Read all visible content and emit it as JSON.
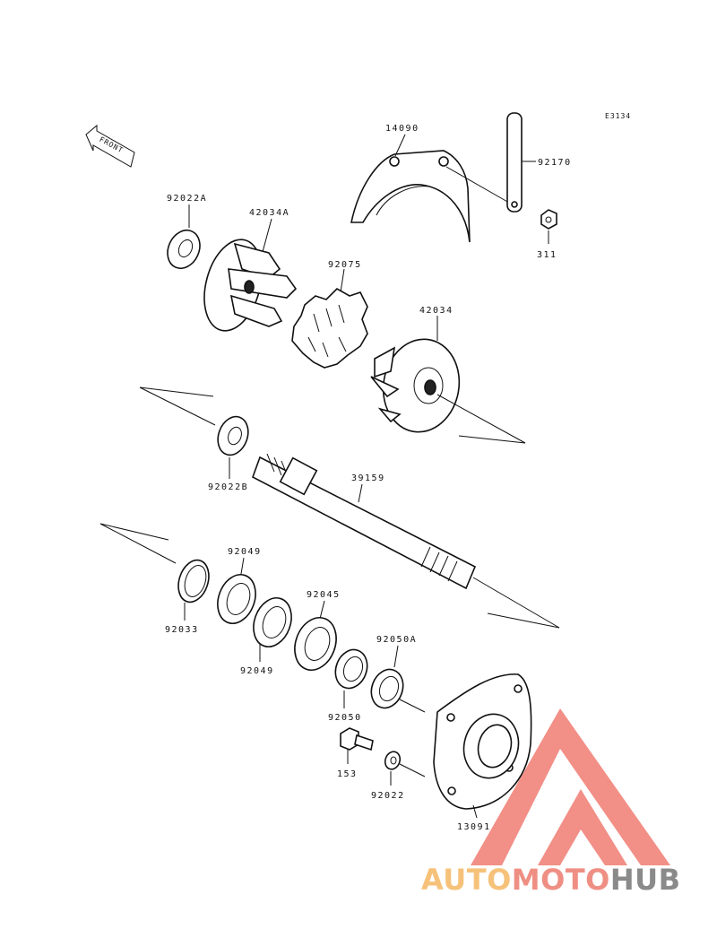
{
  "diagram_code": "E3134",
  "front_label": "FRONT",
  "watermark": {
    "part1": "AUTO",
    "part2": "MOTO",
    "part3": "HUB"
  },
  "parts": {
    "p14090": "14090",
    "p92170": "92170",
    "p311": "311",
    "p92022A": "92022A",
    "p42034A": "42034A",
    "p92075": "92075",
    "p42034": "42034",
    "p92022B": "92022B",
    "p39159": "39159",
    "p92049_top": "92049",
    "p92049_bottom": "92049",
    "p92033": "92033",
    "p92045": "92045",
    "p92050A": "92050A",
    "p92050": "92050",
    "p153": "153",
    "p92022": "92022",
    "p13091": "13091"
  },
  "colors": {
    "line": "#111111",
    "watermark_triangle": "#ee6a5e",
    "watermark_auto": "#f6c27a",
    "watermark_moto": "#ef8f84",
    "watermark_hub": "#8a8a8a"
  }
}
